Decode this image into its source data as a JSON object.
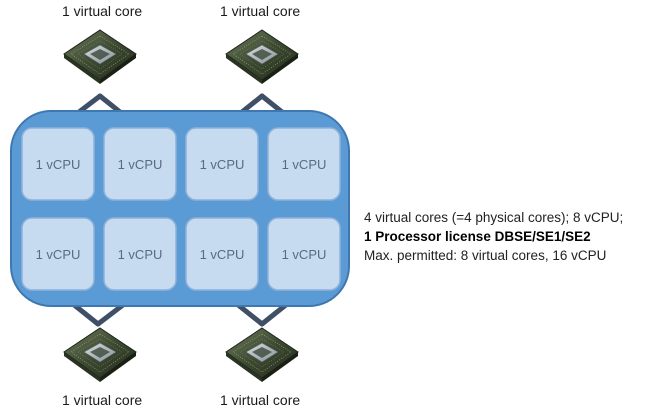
{
  "cores": {
    "top_left": {
      "label": "1 virtual core"
    },
    "top_right": {
      "label": "1 virtual core"
    },
    "bottom_left": {
      "label": "1 virtual core"
    },
    "bottom_right": {
      "label": "1 virtual core"
    }
  },
  "vcpus": {
    "row1": [
      "1 vCPU",
      "1 vCPU",
      "1 vCPU",
      "1 vCPU"
    ],
    "row2": [
      "1 vCPU",
      "1 vCPU",
      "1 vCPU",
      "1 vCPU"
    ]
  },
  "info": {
    "line1": "4 virtual cores (=4 physical cores); 8 vCPU;",
    "line2": "1 Processor license DBSE/SE1/SE2",
    "line3": "Max. permitted: 8 virtual cores, 16 vCPU"
  },
  "colors": {
    "host_fill": "#5b9bd5",
    "host_border": "#3f78b0",
    "vcpu_fill": "#c6daf0",
    "vcpu_border": "#8fb2d9",
    "connector": "#3e4f66",
    "vcpu_text": "#5a6b7d"
  }
}
